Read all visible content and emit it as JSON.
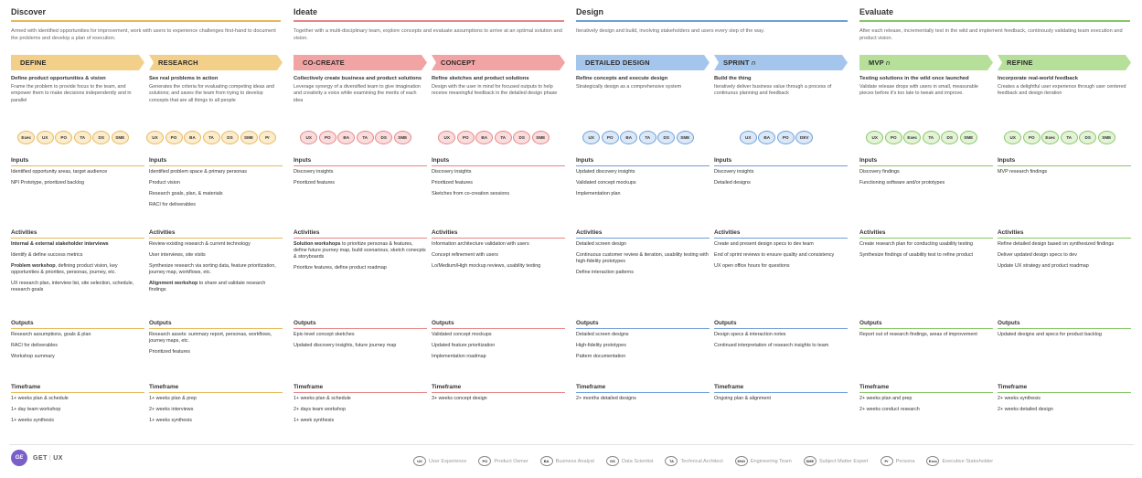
{
  "colors": {
    "discover": "#f3d08a",
    "ideate": "#f2a3a3",
    "design": "#a5c6ec",
    "evaluate": "#b6e09a",
    "discover_line": "#e7b75c",
    "ideate_line": "#e58585",
    "design_line": "#6e9fd8",
    "evaluate_line": "#86c665",
    "discover_circle": "#fbeccb",
    "ideate_circle": "#fbdcdc",
    "design_circle": "#dbe8f7",
    "evaluate_circle": "#e3f3d6"
  },
  "phases": [
    {
      "title": "Discover",
      "desc": "Armed with identified opportunities for improvement, work with users to experience challenges first-hand to document the problems and develop a plan of execution."
    },
    {
      "title": "Ideate",
      "desc": "Together with a multi-disciplinary team, explore concepts and evaluate assumptions to arrive at an optimal solution and vision."
    },
    {
      "title": "Design",
      "desc": "Iteratively design and  build, involving stakeholders and users every step of the way."
    },
    {
      "title": "Evaluate",
      "desc": "After each release, incrementally test in the wild and implement feedback, continously validating team execution and product vision."
    }
  ],
  "columns": [
    {
      "label": "DEFINE",
      "label_suffix": "",
      "heading": "Define product opportunities & vision",
      "desc": "Frame the problem to provide focus to the team, and empower them to make decisions independently and in parallel",
      "roles": [
        "Exec",
        "UX",
        "PO",
        "TA",
        "DS",
        "SME"
      ],
      "inputs": [
        "Identified opportunity areas, target audience",
        "NPI Prototype, prioritized backlog"
      ],
      "activities": [
        {
          "bold": "Internal & external stakeholder interviews",
          "text": ""
        },
        {
          "bold": "",
          "text": "Identify & define success metrics"
        },
        {
          "bold": "Problem workshop",
          "text": ", defining product vision, key opportunities & priorities, personas, journey, etc."
        },
        {
          "bold": "",
          "text": "UX research plan, interview list, site selection, schedule, research goals"
        }
      ],
      "outputs": [
        "Research assumptions, goals & plan",
        "RACI for deliverables",
        "Workshop summary"
      ],
      "timeframe": [
        "1+ weeks plan & schedule",
        "1+ day team workshop",
        "1+ weeks synthesis"
      ]
    },
    {
      "label": "RESEARCH",
      "label_suffix": "",
      "heading": "See real problems in action",
      "desc": "Generates the criteria for evaluating competing ideas and solutions; and saves the team from trying to develop concepts that are all things to all people",
      "roles": [
        "UX",
        "PO",
        "BA",
        "TA",
        "DS",
        "SME",
        "Pr"
      ],
      "inputs": [
        "Identified problem space & primary personas",
        "Product vision",
        "Research goals, plan, & materials",
        "RACI for deliverables"
      ],
      "activities": [
        {
          "bold": "",
          "text": "Review existing research & current technology"
        },
        {
          "bold": "",
          "text": "User interviews, site visits"
        },
        {
          "bold": "",
          "text": "Synthesize research via sorting data, feature prioritization, journey map, workflows, etc."
        },
        {
          "bold": "Alignment workshop",
          "text": " to share and validate research findings"
        }
      ],
      "outputs": [
        "Research assets: summary report, personas, workflows, journey maps, etc.",
        "Prioritized features"
      ],
      "timeframe": [
        "1+ weeks plan & prep",
        "2+ weeks interviews",
        "1+ weeks synthesis"
      ]
    },
    {
      "label": "CO-CREATE",
      "label_suffix": "",
      "heading": "Collectively create business and product solutions",
      "desc": "Leverage synergy of a diversified team to give imagination and creativity a voice while examining the merits of each idea",
      "roles": [
        "UX",
        "PO",
        "BA",
        "TA",
        "DS",
        "SME"
      ],
      "inputs": [
        "Discovery insights",
        "Prioritized features"
      ],
      "activities": [
        {
          "bold": "Solution workshops",
          "text": " to prioritize personas & features, define future journey map, build scenarious, sketch conecpts & storyboards"
        },
        {
          "bold": "",
          "text": "Prioritize features, define product roadmap"
        }
      ],
      "outputs": [
        "Epic-level concept sketches",
        "Updated discovery insights, future journey map"
      ],
      "timeframe": [
        "1+ weeks plan & schedule",
        "2+ days team workshop",
        "1+ week synthesis"
      ]
    },
    {
      "label": "CONCEPT",
      "label_suffix": "",
      "heading": "Refine sketches and product solutions",
      "desc": "Design with the user in mind for focused outputs to help receive meaningful feedback in the detailed design phase",
      "roles": [
        "UX",
        "PO",
        "BA",
        "TA",
        "DS",
        "SME"
      ],
      "inputs": [
        "Discovery insights",
        "Prioritized features",
        "Sketches from co-creation sessions"
      ],
      "activities": [
        {
          "bold": "",
          "text": "Information architecture validation with users"
        },
        {
          "bold": "",
          "text": "Concept refinement with users"
        },
        {
          "bold": "",
          "text": "Lo/Medium/High mockup reviews, usability testing"
        }
      ],
      "outputs": [
        "Validated concept mockups",
        "Updated feature prioritization",
        "Implementation roadmap"
      ],
      "timeframe": [
        "3+ weeks concept design"
      ]
    },
    {
      "label": "DETAILED DESIGN",
      "label_suffix": "",
      "heading": "Refine concepts and execute design",
      "desc": "Strategically design as a comprehensive system",
      "roles": [
        "UX",
        "PO",
        "BA",
        "TA",
        "DS",
        "SME"
      ],
      "inputs": [
        "Updated discovery insights",
        "Validated concept mockups",
        "Implementation plan"
      ],
      "activities": [
        {
          "bold": "",
          "text": "Detailed screen design"
        },
        {
          "bold": "",
          "text": "Continuous customer review & iteration, usability testing with high-fidelity prototypes"
        },
        {
          "bold": "",
          "text": "Define interaction patterns"
        }
      ],
      "outputs": [
        "Detailed screen designs",
        "High-fidelity prototypes",
        "Pattern documentation"
      ],
      "timeframe": [
        "2+ months detailed designs"
      ]
    },
    {
      "label": "SPRINT",
      "label_suffix": "n",
      "heading": "Build the thing",
      "desc": "Iteratively deliver business value  through a process of continuous planning and feedback",
      "roles": [
        "UX",
        "BA",
        "PO",
        "DEV"
      ],
      "inputs": [
        "Discovery insights",
        "Detailed designs"
      ],
      "activities": [
        {
          "bold": "",
          "text": "Create and present design specs to dev team"
        },
        {
          "bold": "",
          "text": "End of sprint reviews to ensure quality and consistency"
        },
        {
          "bold": "",
          "text": "UX open office hours for questions"
        }
      ],
      "outputs": [
        "Design specs & interaction notes",
        "Continued interpretation of research insights to team"
      ],
      "timeframe": [
        "Ongoing plan & alignment"
      ]
    },
    {
      "label": "MVP",
      "label_suffix": "n",
      "heading": "Testing solutions in the wild once launched",
      "desc": "Validate release drops with users in small, measurable pieces before it's too late to tweak and improve.",
      "roles": [
        "UX",
        "PO",
        "Exec",
        "TA",
        "DS",
        "SME"
      ],
      "inputs": [
        "Discovery findings",
        "Functioning software and/or prototypes"
      ],
      "activities": [
        {
          "bold": "",
          "text": "Create research plan for conducting usability testing"
        },
        {
          "bold": "",
          "text": "Synthesize findings of usability test to refine product"
        }
      ],
      "outputs": [
        "Report out of research findings, areas of improvement"
      ],
      "timeframe": [
        "2+ weeks plan and prep",
        "2+ weeks conduct research"
      ]
    },
    {
      "label": "REFINE",
      "label_suffix": "",
      "heading": "Incorporate real-world feedback",
      "desc": "Creates a delightful user experience through user centered feedback and design iteration",
      "roles": [
        "UX",
        "PO",
        "Exec",
        "TA",
        "DS",
        "SME"
      ],
      "inputs": [
        "MVP research findings"
      ],
      "activities": [
        {
          "bold": "",
          "text": "Refine detailed design based on synthesized findings"
        },
        {
          "bold": "",
          "text": "Deliver updated design specs to dev"
        },
        {
          "bold": "",
          "text": "Update UX strategy and product roadmap"
        }
      ],
      "outputs": [
        "Updated designs and specs for product backlog"
      ],
      "timeframe": [
        "2+ weeks synthesis",
        "2+ weeks detailed design"
      ]
    }
  ],
  "section_titles": {
    "inputs": "Inputs",
    "activities": "Activities",
    "outputs": "Outputs",
    "timeframe": "Timeframe"
  },
  "footer": {
    "logo_mark": "GE",
    "logo_text_a": "GET",
    "logo_text_b": "UX",
    "legend": [
      {
        "abbr": "UX",
        "label": "User Experience"
      },
      {
        "abbr": "PO",
        "label": "Product Owner"
      },
      {
        "abbr": "BA",
        "label": "Business Analyst"
      },
      {
        "abbr": "DS",
        "label": "Data Scientist"
      },
      {
        "abbr": "TA",
        "label": "Technical Architect"
      },
      {
        "abbr": "ENG",
        "label": "Engineering Team"
      },
      {
        "abbr": "SME",
        "label": "Subject Matter Expert"
      },
      {
        "abbr": "Pr",
        "label": "Persona"
      },
      {
        "abbr": "Exec",
        "label": "Executive Stakeholder"
      }
    ]
  }
}
